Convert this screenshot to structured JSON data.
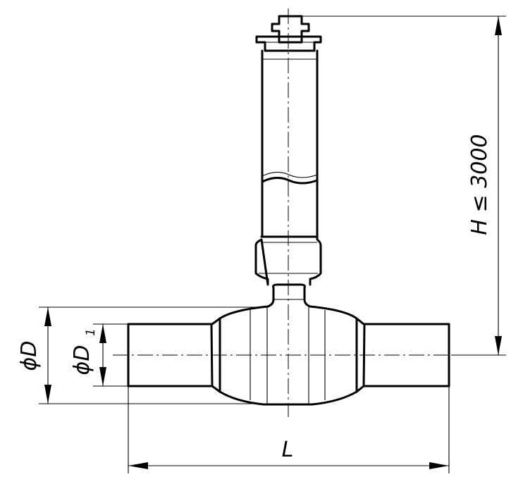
{
  "labels": {
    "height": "H ≤ 3000",
    "length": "L",
    "outer_diameter": "ϕD",
    "inner_diameter": "ϕD",
    "inner_diameter_subscript": "1"
  }
}
